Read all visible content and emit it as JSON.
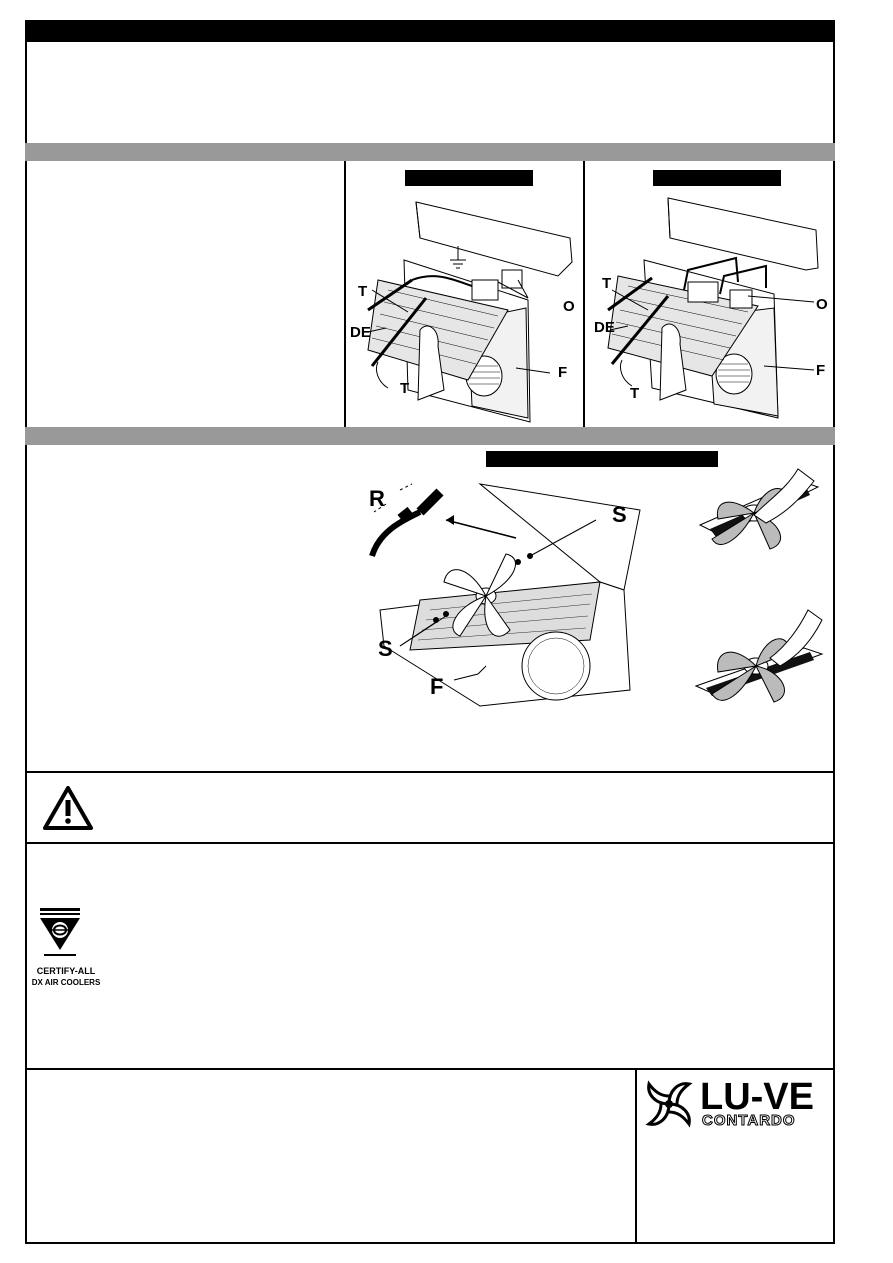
{
  "diagram_left": {
    "callouts": {
      "t_top": "T",
      "de": "DE",
      "t_bottom": "T",
      "o": "O",
      "f": "F"
    }
  },
  "diagram_right": {
    "callouts": {
      "t_top": "T",
      "de": "DE",
      "t_bottom": "T",
      "o": "O",
      "f": "F"
    }
  },
  "fan_diagram": {
    "callouts": {
      "r": "R",
      "s_top": "S",
      "s_bottom": "S",
      "f": "F"
    }
  },
  "certification": {
    "line1": "CERTIFY-ALL",
    "line2": "DX AIR COOLERS"
  },
  "logo": {
    "brand": "LU-VE",
    "sub": "CONTARDO"
  }
}
